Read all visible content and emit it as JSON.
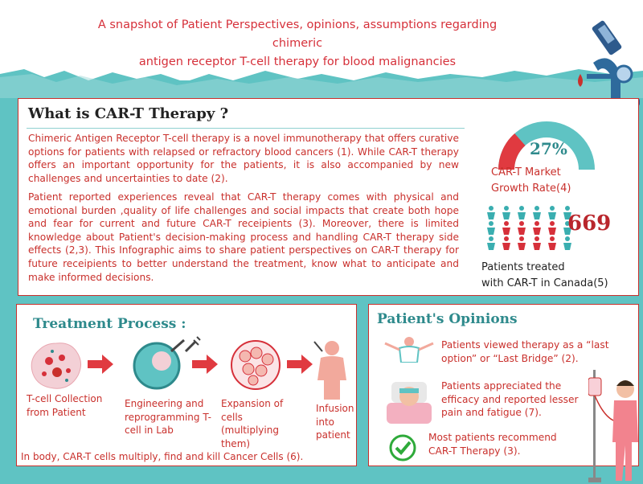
{
  "header": {
    "line1": "A snapshot of Patient Perspectives, opinions, assumptions regarding chimeric",
    "line2": "antigen receptor T-cell therapy for blood malignancies"
  },
  "what": {
    "title": "What is CAR-T Therapy ?",
    "para1": "Chimeric Antigen Receptor T-cell therapy is a novel immunotherapy that offers curative options for patients with relapsed or refractory blood cancers (1). While CAR-T therapy offers an important opportunity for the patients, it is also accompanied by new challenges and uncertainties to date (2).",
    "para2": "Patient reported experiences reveal that CAR-T therapy comes with physical and emotional burden ,quality of life challenges and social impacts that create both hope and fear for current and future CAR-T receipients (3). Moreover, there is limited knowledge about Patient's decision-making process and handling CAR-T therapy side effects (2,3). This Infographic aims to share patient perspectives on CAR-T therapy for future receipients to better understand the treatment, know what to anticipate and make informed decisions."
  },
  "stats": {
    "growth_value": "27%",
    "growth_fraction": 0.27,
    "growth_label_line1": "CAR-T Market",
    "growth_label_line2": "Growth Rate(4)",
    "patients_count": "669",
    "patients_label_line1": "Patients treated",
    "patients_label_line2": "with CAR-T in Canada(5)"
  },
  "treatment": {
    "title": "Treatment Process :",
    "steps": [
      "T-cell Collection from Patient",
      "Engineering and reprogramming T-cell in Lab",
      "Expansion of cells (multiplying them)",
      "Infusion into patient"
    ],
    "footer": "In body, CAR-T cells multiply, find and kill Cancer Cells (6)."
  },
  "opinions": {
    "title": "Patient's Opinions",
    "items": [
      "Patients viewed therapy as a “last option” or “Last Bridge” (2).",
      "Patients appreciated the efficacy and reported lesser pain and fatigue  (7).",
      "Most patients recommend CAR-T Therapy (3)."
    ]
  },
  "colors": {
    "teal": "#5fc3c3",
    "red": "#d6303a",
    "title_teal": "#2e8a8c"
  }
}
